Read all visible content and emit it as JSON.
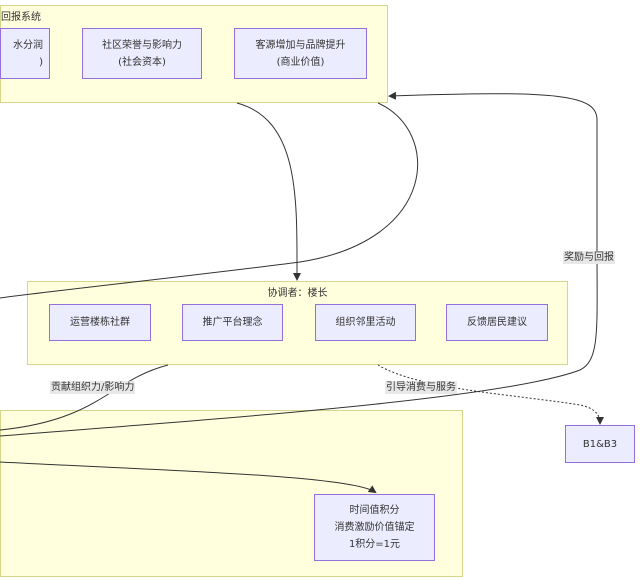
{
  "clusters": {
    "reward": {
      "title": "回报系统"
    },
    "coordinator": {
      "title": "协调者：楼长"
    }
  },
  "nodes": {
    "profit_share": {
      "line1": "水分润",
      "line2": ")"
    },
    "honor": {
      "line1": "社区荣誉与影响力",
      "line2": "(社会资本)"
    },
    "customers": {
      "line1": "客源增加与品牌提升",
      "line2": "(商业价值)"
    },
    "operate": {
      "label": "运营楼栋社群"
    },
    "promote": {
      "label": "推广平台理念"
    },
    "organize": {
      "label": "组织邻里活动"
    },
    "feedback": {
      "label": "反馈居民建议"
    },
    "points": {
      "line1": "时间值积分",
      "line2": "消费激励价值锚定",
      "line3": "1积分=1元"
    },
    "b1b3": {
      "label": "B1&B3"
    }
  },
  "edge_labels": {
    "reward": "奖励与回报",
    "contribute": "贡献组织力/影响力",
    "guide": "引导消费与服务"
  }
}
